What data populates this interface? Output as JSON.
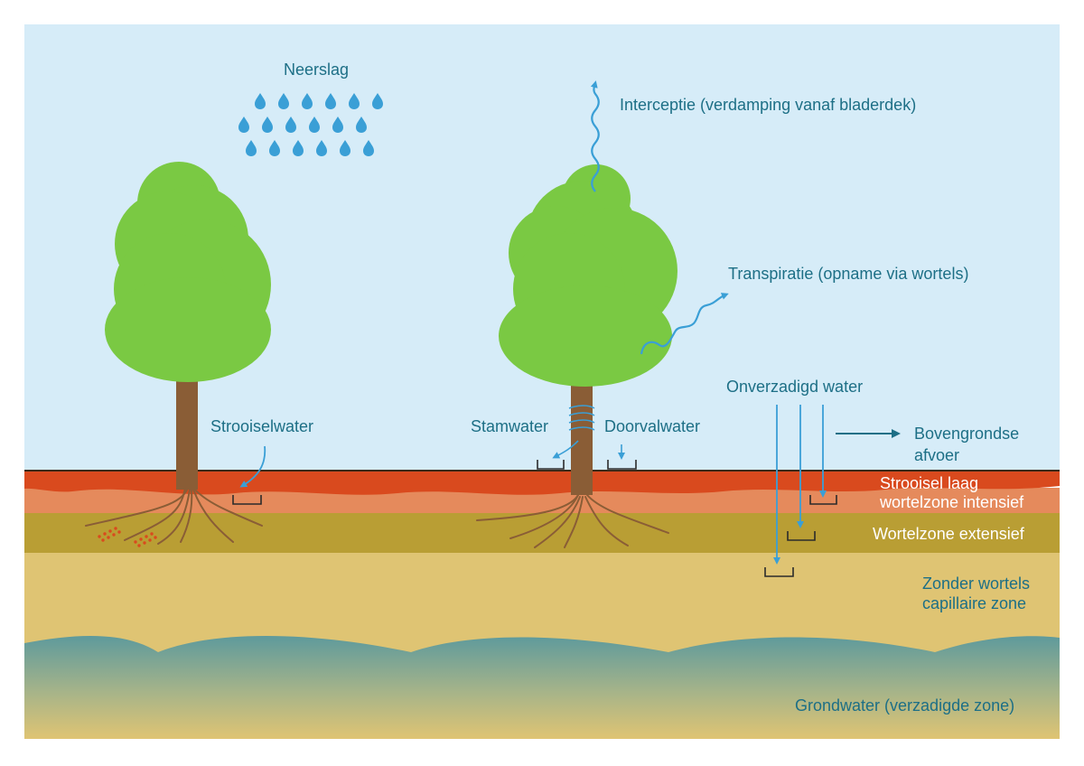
{
  "colors": {
    "sky": "#d6ecf8",
    "litter": "#d94a1e",
    "root_intensive": "#e58a5c",
    "root_extensive": "#b99e34",
    "no_roots": "#dfc473",
    "groundwater": "#5e9a9c",
    "canopy": "#7ac943",
    "trunk": "#8a5d36",
    "water": "#3a9fd6",
    "label": "#1d6f86"
  },
  "labels": {
    "neerslag": "Neerslag",
    "interceptie": "Interceptie (verdamping vanaf bladerdek)",
    "transpiratie": "Transpiratie (opname via wortels)",
    "onverzadigd": "Onverzadigd water",
    "bovengrondse_1": "Bovengrondse",
    "bovengrondse_2": "afvoer",
    "strooiselwater": "Strooiselwater",
    "stamwater": "Stamwater",
    "doorvalwater": "Doorvalwater"
  },
  "layers": {
    "strooisel": "Strooisel laag",
    "wortelzone_intensief": "wortelzone intensief",
    "wortelzone_extensief": "Wortelzone extensief",
    "zonder_wortels": "Zonder wortels",
    "capillaire_zone": "capillaire zone",
    "grondwater": "Grondwater (verzadigde zone)"
  }
}
